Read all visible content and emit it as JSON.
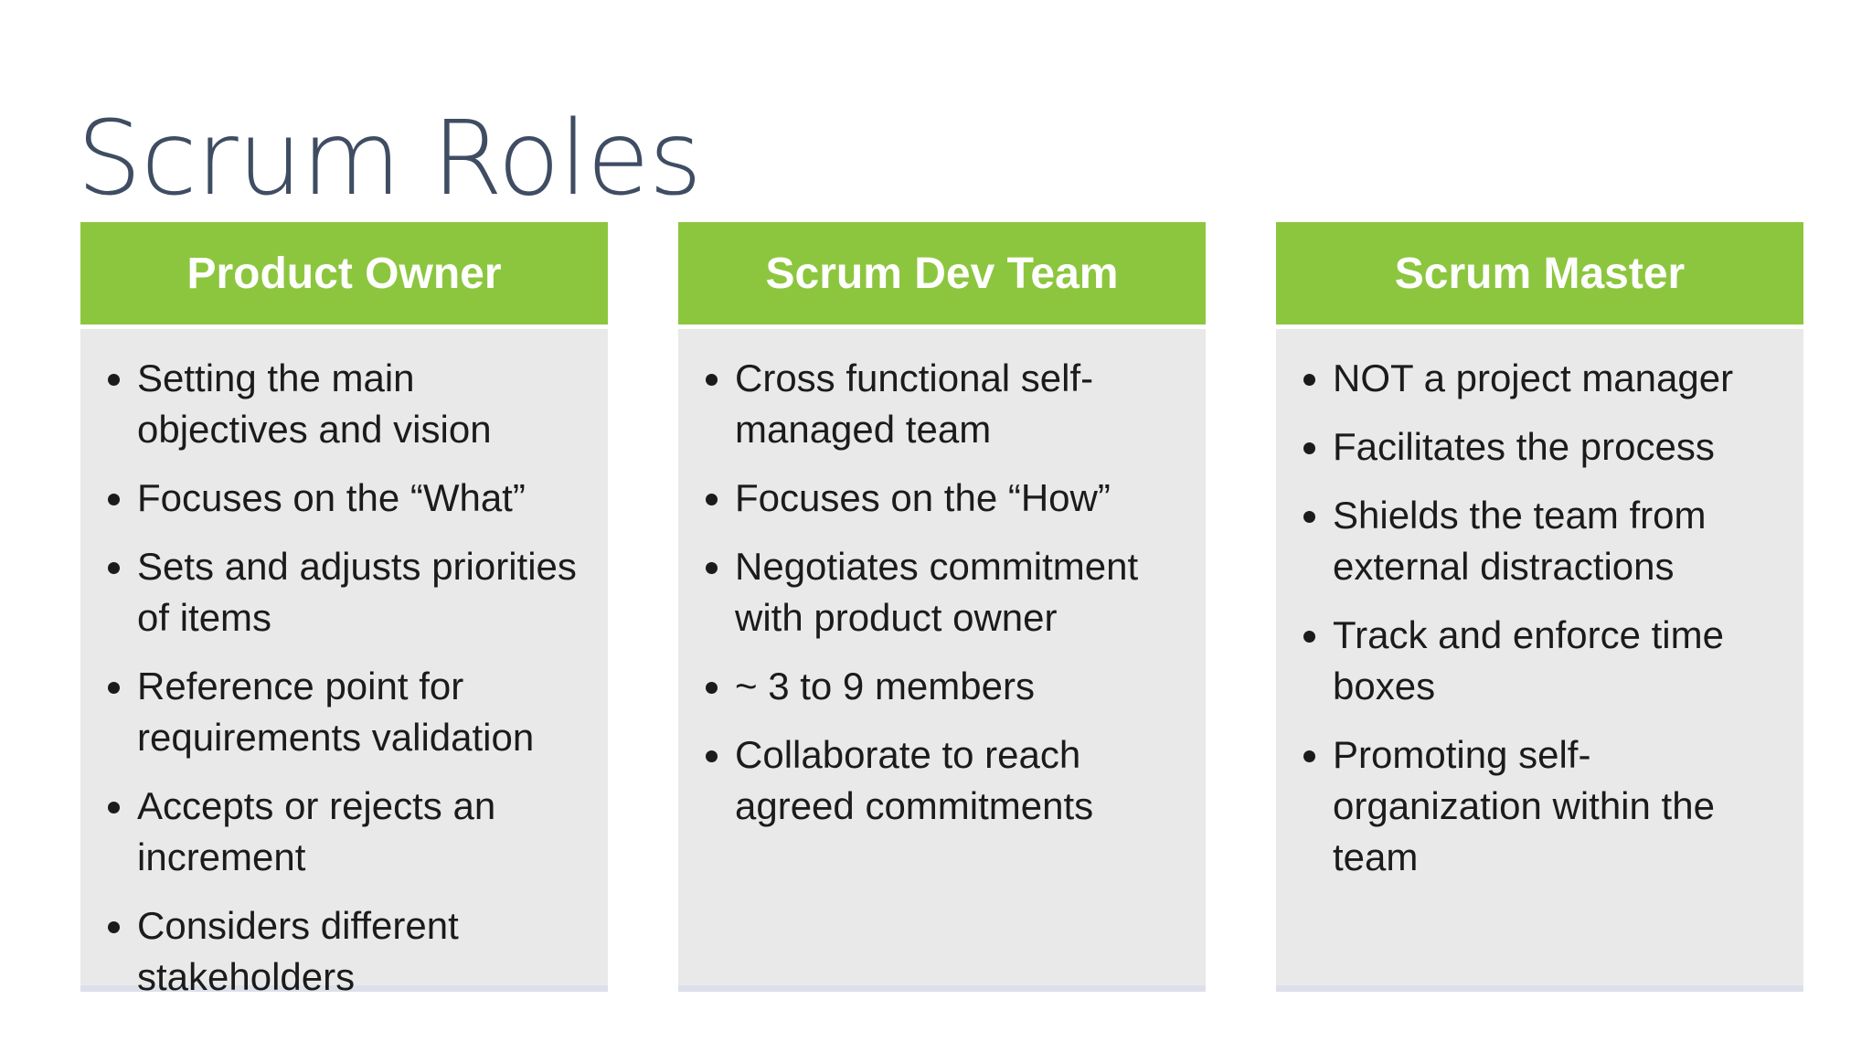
{
  "slide": {
    "title": "Scrum Roles",
    "colors": {
      "title_text": "#3f4d63",
      "header_background": "#8cc63e",
      "header_text": "#ffffff",
      "panel_background": "#e9e9e9",
      "panel_bottom_accent": "#dde0ea",
      "body_text": "#1b1b1b",
      "slide_background": "#ffffff"
    },
    "columns": [
      {
        "header": "Product Owner",
        "bullets": [
          "Setting the main objectives and vision",
          "Focuses on the “What”",
          "Sets and adjusts priorities of items",
          "Reference point for requirements validation",
          "Accepts or rejects an increment",
          "Considers different stakeholders"
        ]
      },
      {
        "header": "Scrum Dev Team",
        "bullets": [
          "Cross functional self-managed team",
          "Focuses on the “How”",
          "Negotiates commitment with product owner",
          "~ 3 to 9 members",
          "Collaborate to reach agreed commitments"
        ]
      },
      {
        "header": "Scrum Master",
        "bullets": [
          "NOT a project manager",
          "Facilitates the process",
          "Shields the team from external distractions",
          "Track and enforce time boxes",
          "Promoting self-organization within the team"
        ]
      }
    ]
  }
}
